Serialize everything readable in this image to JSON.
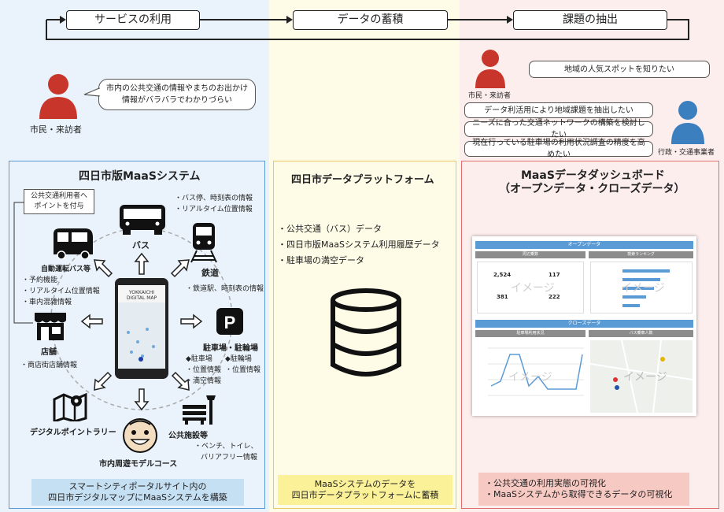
{
  "flow": {
    "step1": "サービスの利用",
    "step2": "データの蓄積",
    "step3": "課題の抽出"
  },
  "citizen_left": {
    "bubble": "市内の公共交通の情報やまちのお出かけ情報がバラバラでわかりづらい",
    "label": "市民・来訪者"
  },
  "citizen_right": {
    "bubble": "地域の人気スポットを知りたい",
    "label": "市民・来訪者"
  },
  "operator": {
    "label": "行政・交通事業者",
    "bubbles": [
      "データ利活用により地域課題を抽出したい",
      "ニーズに合った交通ネットワークの構築を検討したい",
      "現在行っている駐車場の利用状況調査の精度を高めたい"
    ]
  },
  "left_panel": {
    "title": "四日市版MaaSシステム",
    "point_box": "公共交通利用者へ\nポイントを付与",
    "phone_text": "YOKKAICHI\nDIGITAL MAP",
    "bus": {
      "label": "バス",
      "notes": [
        "・バス停、時刻表の情報",
        "・リアルタイム位置情報"
      ]
    },
    "rail": {
      "label": "鉄道",
      "notes": [
        "・鉄道駅、時刻表の情報"
      ]
    },
    "autobus": {
      "label": "自動運転バス等",
      "notes": [
        "・予約機能",
        "・リアルタイム位置情報",
        "・車内混雑情報"
      ]
    },
    "shop": {
      "label": "店舗",
      "notes": [
        "・商店街店舗情報"
      ]
    },
    "parking": {
      "label": "駐車場・駐輪場",
      "notes_left": [
        "◆駐車場",
        "・位置情報",
        "・満空情報"
      ],
      "notes_right": [
        "◆駐輪場",
        "・位置情報"
      ]
    },
    "rally": {
      "label": "デジタルポイントラリー"
    },
    "course": {
      "label": "市内周遊モデルコース"
    },
    "facility": {
      "label": "公共施設等",
      "notes": [
        "・ベンチ、トイレ、",
        "バリアフリー情報"
      ]
    },
    "footer": [
      "スマートシティポータルサイト内の",
      "四日市デジタルマップにMaaSシステムを構築"
    ]
  },
  "mid_panel": {
    "title": "四日市データプラットフォーム",
    "bullets": [
      "・公共交通（バス）データ",
      "・四日市版MaaSシステム利用履歴データ",
      "・駐車場の満空データ"
    ],
    "footer": [
      "MaaSシステムのデータを",
      "四日市データプラットフォームに蓄積"
    ]
  },
  "right_panel": {
    "title_line1": "MaaSデータダッシュボード",
    "title_line2": "（オープンデータ・クローズデータ）",
    "dashboard": {
      "open_header": "オープンデータ",
      "close_header": "クローズデータ",
      "card1": "周辺乗数",
      "card2": "検索ランキング",
      "card3": "駐車場利用状況",
      "card4": "バス乗車人数",
      "watermark": "イメージ",
      "stats": [
        "2,524",
        "117",
        "381",
        "222"
      ]
    },
    "footer": [
      "・公共交通の利用実態の可視化",
      "・MaaSシステムから取得できるデータの可視化"
    ]
  },
  "colors": {
    "person_red": "#c8352a",
    "person_blue": "#3b7fbf",
    "panel_blue": "#5b9bd5",
    "panel_yellow": "#e8c860",
    "panel_red": "#e07070"
  }
}
